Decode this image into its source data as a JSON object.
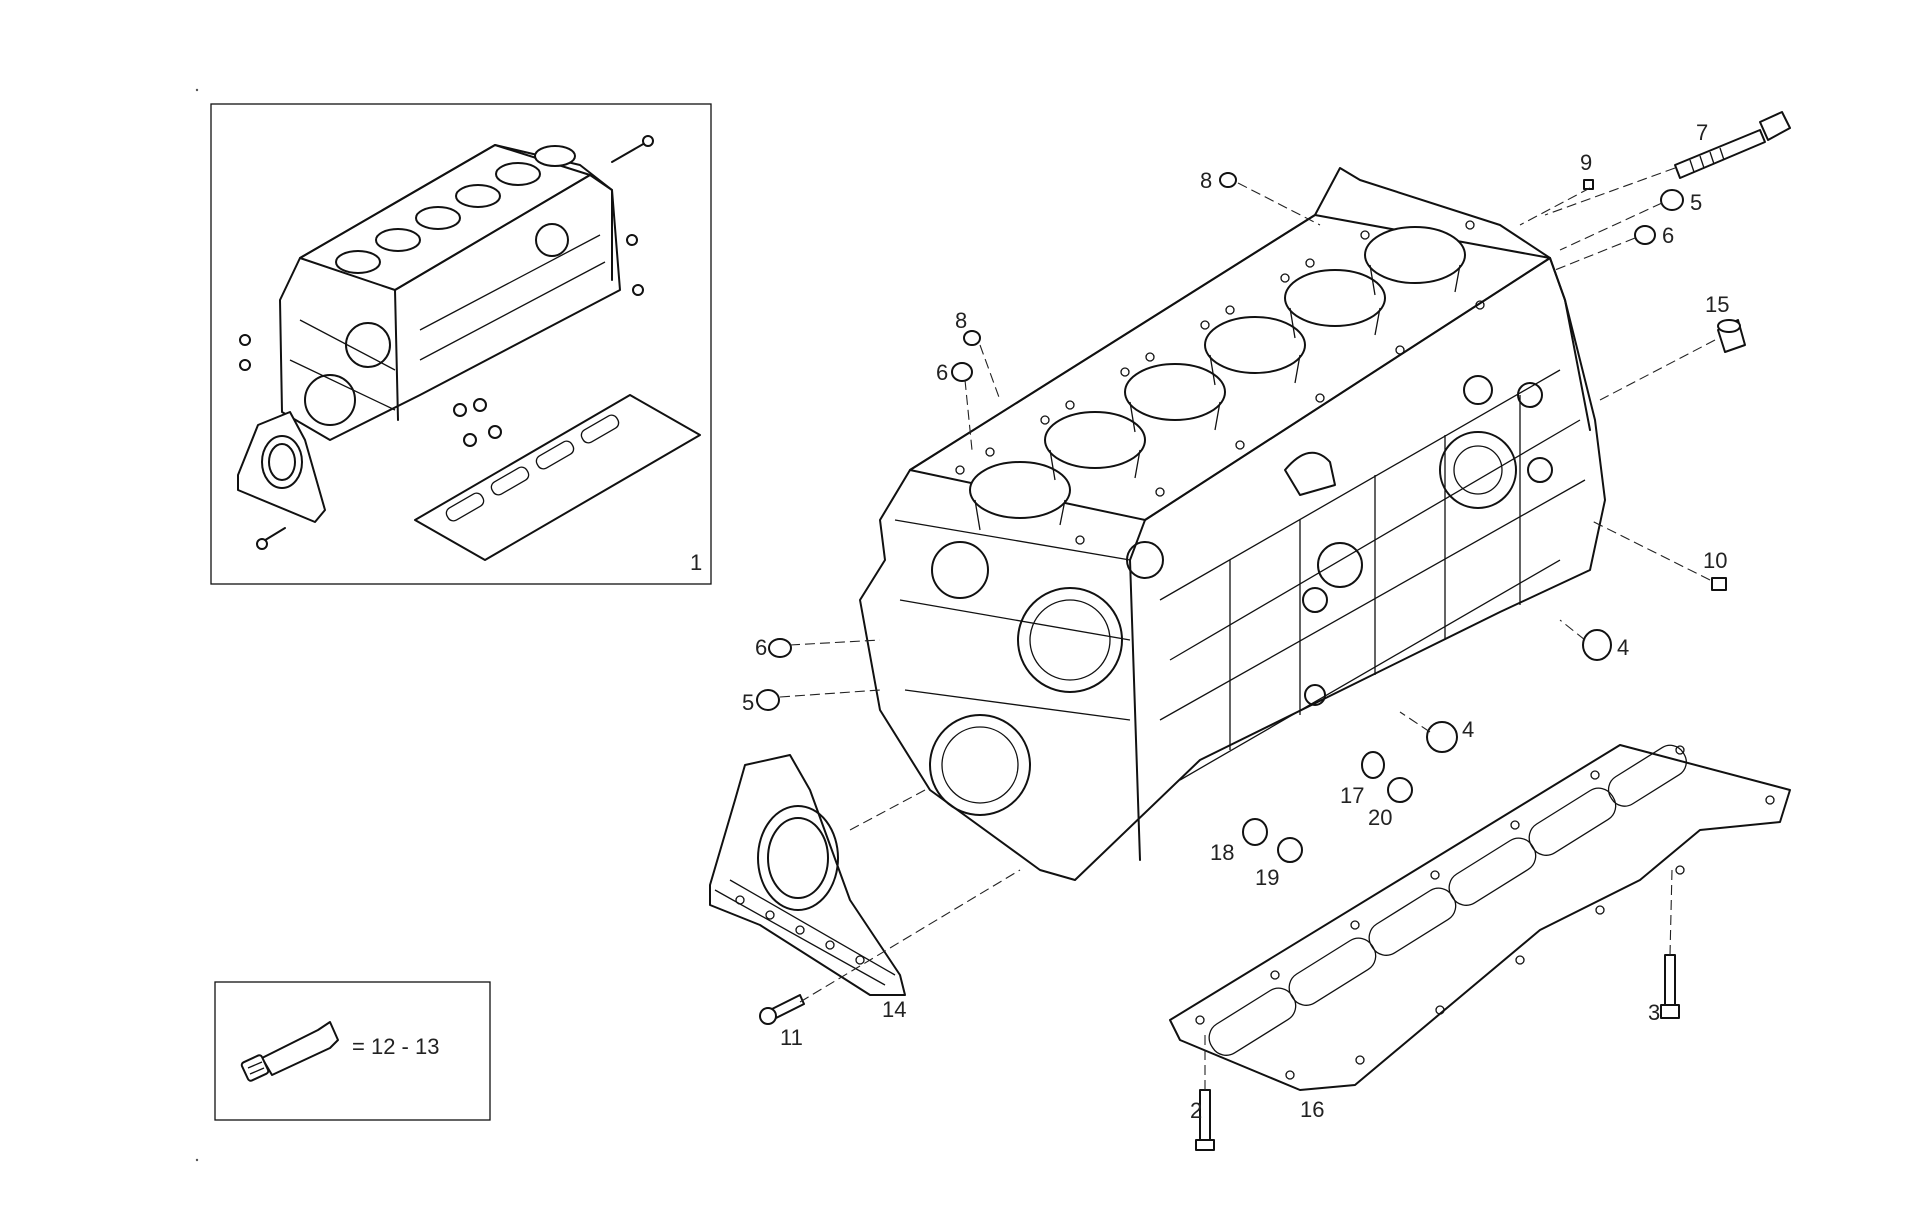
{
  "diagram": {
    "callouts": [
      {
        "id": "c1",
        "text": "1"
      },
      {
        "id": "c2",
        "text": "2"
      },
      {
        "id": "c3",
        "text": "3"
      },
      {
        "id": "c4a",
        "text": "4"
      },
      {
        "id": "c4b",
        "text": "4"
      },
      {
        "id": "c5a",
        "text": "5"
      },
      {
        "id": "c5b",
        "text": "5"
      },
      {
        "id": "c6a",
        "text": "6"
      },
      {
        "id": "c6b",
        "text": "6"
      },
      {
        "id": "c6c",
        "text": "6"
      },
      {
        "id": "c7",
        "text": "7"
      },
      {
        "id": "c8a",
        "text": "8"
      },
      {
        "id": "c8b",
        "text": "8"
      },
      {
        "id": "c9",
        "text": "9"
      },
      {
        "id": "c10",
        "text": "10"
      },
      {
        "id": "c11",
        "text": "11"
      },
      {
        "id": "c14",
        "text": "14"
      },
      {
        "id": "c15",
        "text": "15"
      },
      {
        "id": "c16",
        "text": "16"
      },
      {
        "id": "c17",
        "text": "17"
      },
      {
        "id": "c18",
        "text": "18"
      },
      {
        "id": "c19",
        "text": "19"
      },
      {
        "id": "c20",
        "text": "20"
      }
    ],
    "legend": {
      "icon": "sealant-tube-icon",
      "text": "= 12 - 13"
    }
  }
}
